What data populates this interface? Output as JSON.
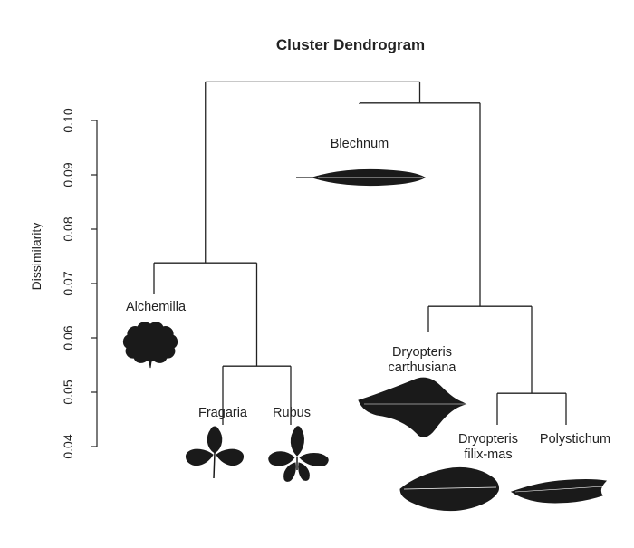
{
  "chart_data": {
    "type": "dendrogram",
    "title": "Cluster Dendrogram",
    "ylabel": "Dissimilarity",
    "ylim": [
      0.04,
      0.1
    ],
    "yticks": [
      0.04,
      0.05,
      0.06,
      0.07,
      0.08,
      0.09,
      0.1
    ],
    "leaves": [
      {
        "id": "alchemilla",
        "label_lines": [
          "Alchemilla"
        ],
        "icon": "alchemilla-leaf-icon"
      },
      {
        "id": "fragaria",
        "label_lines": [
          "Fragaria"
        ],
        "icon": "fragaria-leaf-icon"
      },
      {
        "id": "rubus",
        "label_lines": [
          "Rubus"
        ],
        "icon": "rubus-leaf-icon"
      },
      {
        "id": "blechnum",
        "label_lines": [
          "Blechnum"
        ],
        "icon": "blechnum-frond-icon"
      },
      {
        "id": "dryopteris_carthusiana",
        "label_lines": [
          "Dryopteris",
          "carthusiana"
        ],
        "icon": "dryopteris-carthusiana-frond-icon"
      },
      {
        "id": "dryopteris_filix_mas",
        "label_lines": [
          "Dryopteris",
          "filix-mas"
        ],
        "icon": "dryopteris-filix-mas-frond-icon"
      },
      {
        "id": "polystichum",
        "label_lines": [
          "Polystichum"
        ],
        "icon": "polystichum-frond-icon"
      }
    ],
    "leaf_heights": {
      "alchemilla": 0.068,
      "fragaria": 0.044,
      "rubus": 0.044,
      "blechnum": 0.103,
      "dryopteris_carthusiana": 0.061,
      "dryopteris_filix_mas": 0.044,
      "polystichum": 0.044
    },
    "merges": [
      {
        "left": "fragaria",
        "right": "rubus",
        "height": 0.0548
      },
      {
        "left": "alchemilla",
        "right": 0,
        "height": 0.0738
      },
      {
        "left": "dryopteris_filix_mas",
        "right": "polystichum",
        "height": 0.0498
      },
      {
        "left": "dryopteris_carthusiana",
        "right": 2,
        "height": 0.0658
      },
      {
        "left": "blechnum",
        "right": 3,
        "height": 0.1032
      },
      {
        "left": 1,
        "right": 4,
        "height": 0.1071
      }
    ]
  }
}
